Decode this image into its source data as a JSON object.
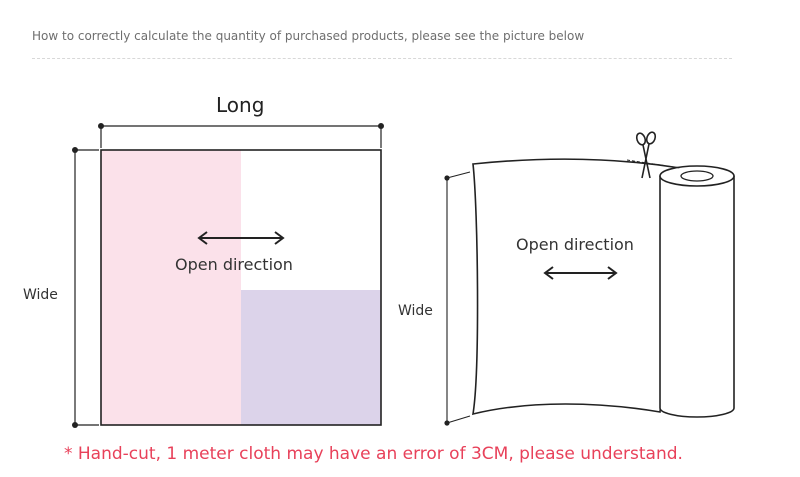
{
  "header": {
    "text": "How to correctly calculate the quantity of purchased products, please see the picture below"
  },
  "left_diagram": {
    "long_label": "Long",
    "wide_label": "Wide",
    "open_direction_label": "Open direction",
    "pink_color": "#fbe1ea",
    "lavender_color": "#dcd3ea"
  },
  "right_diagram": {
    "wide_label": "Wide",
    "open_direction_label": "Open direction",
    "scissors_icon": "scissors-icon"
  },
  "footnote": {
    "text": "* Hand-cut, 1 meter cloth may have an error of 3CM, please understand."
  }
}
